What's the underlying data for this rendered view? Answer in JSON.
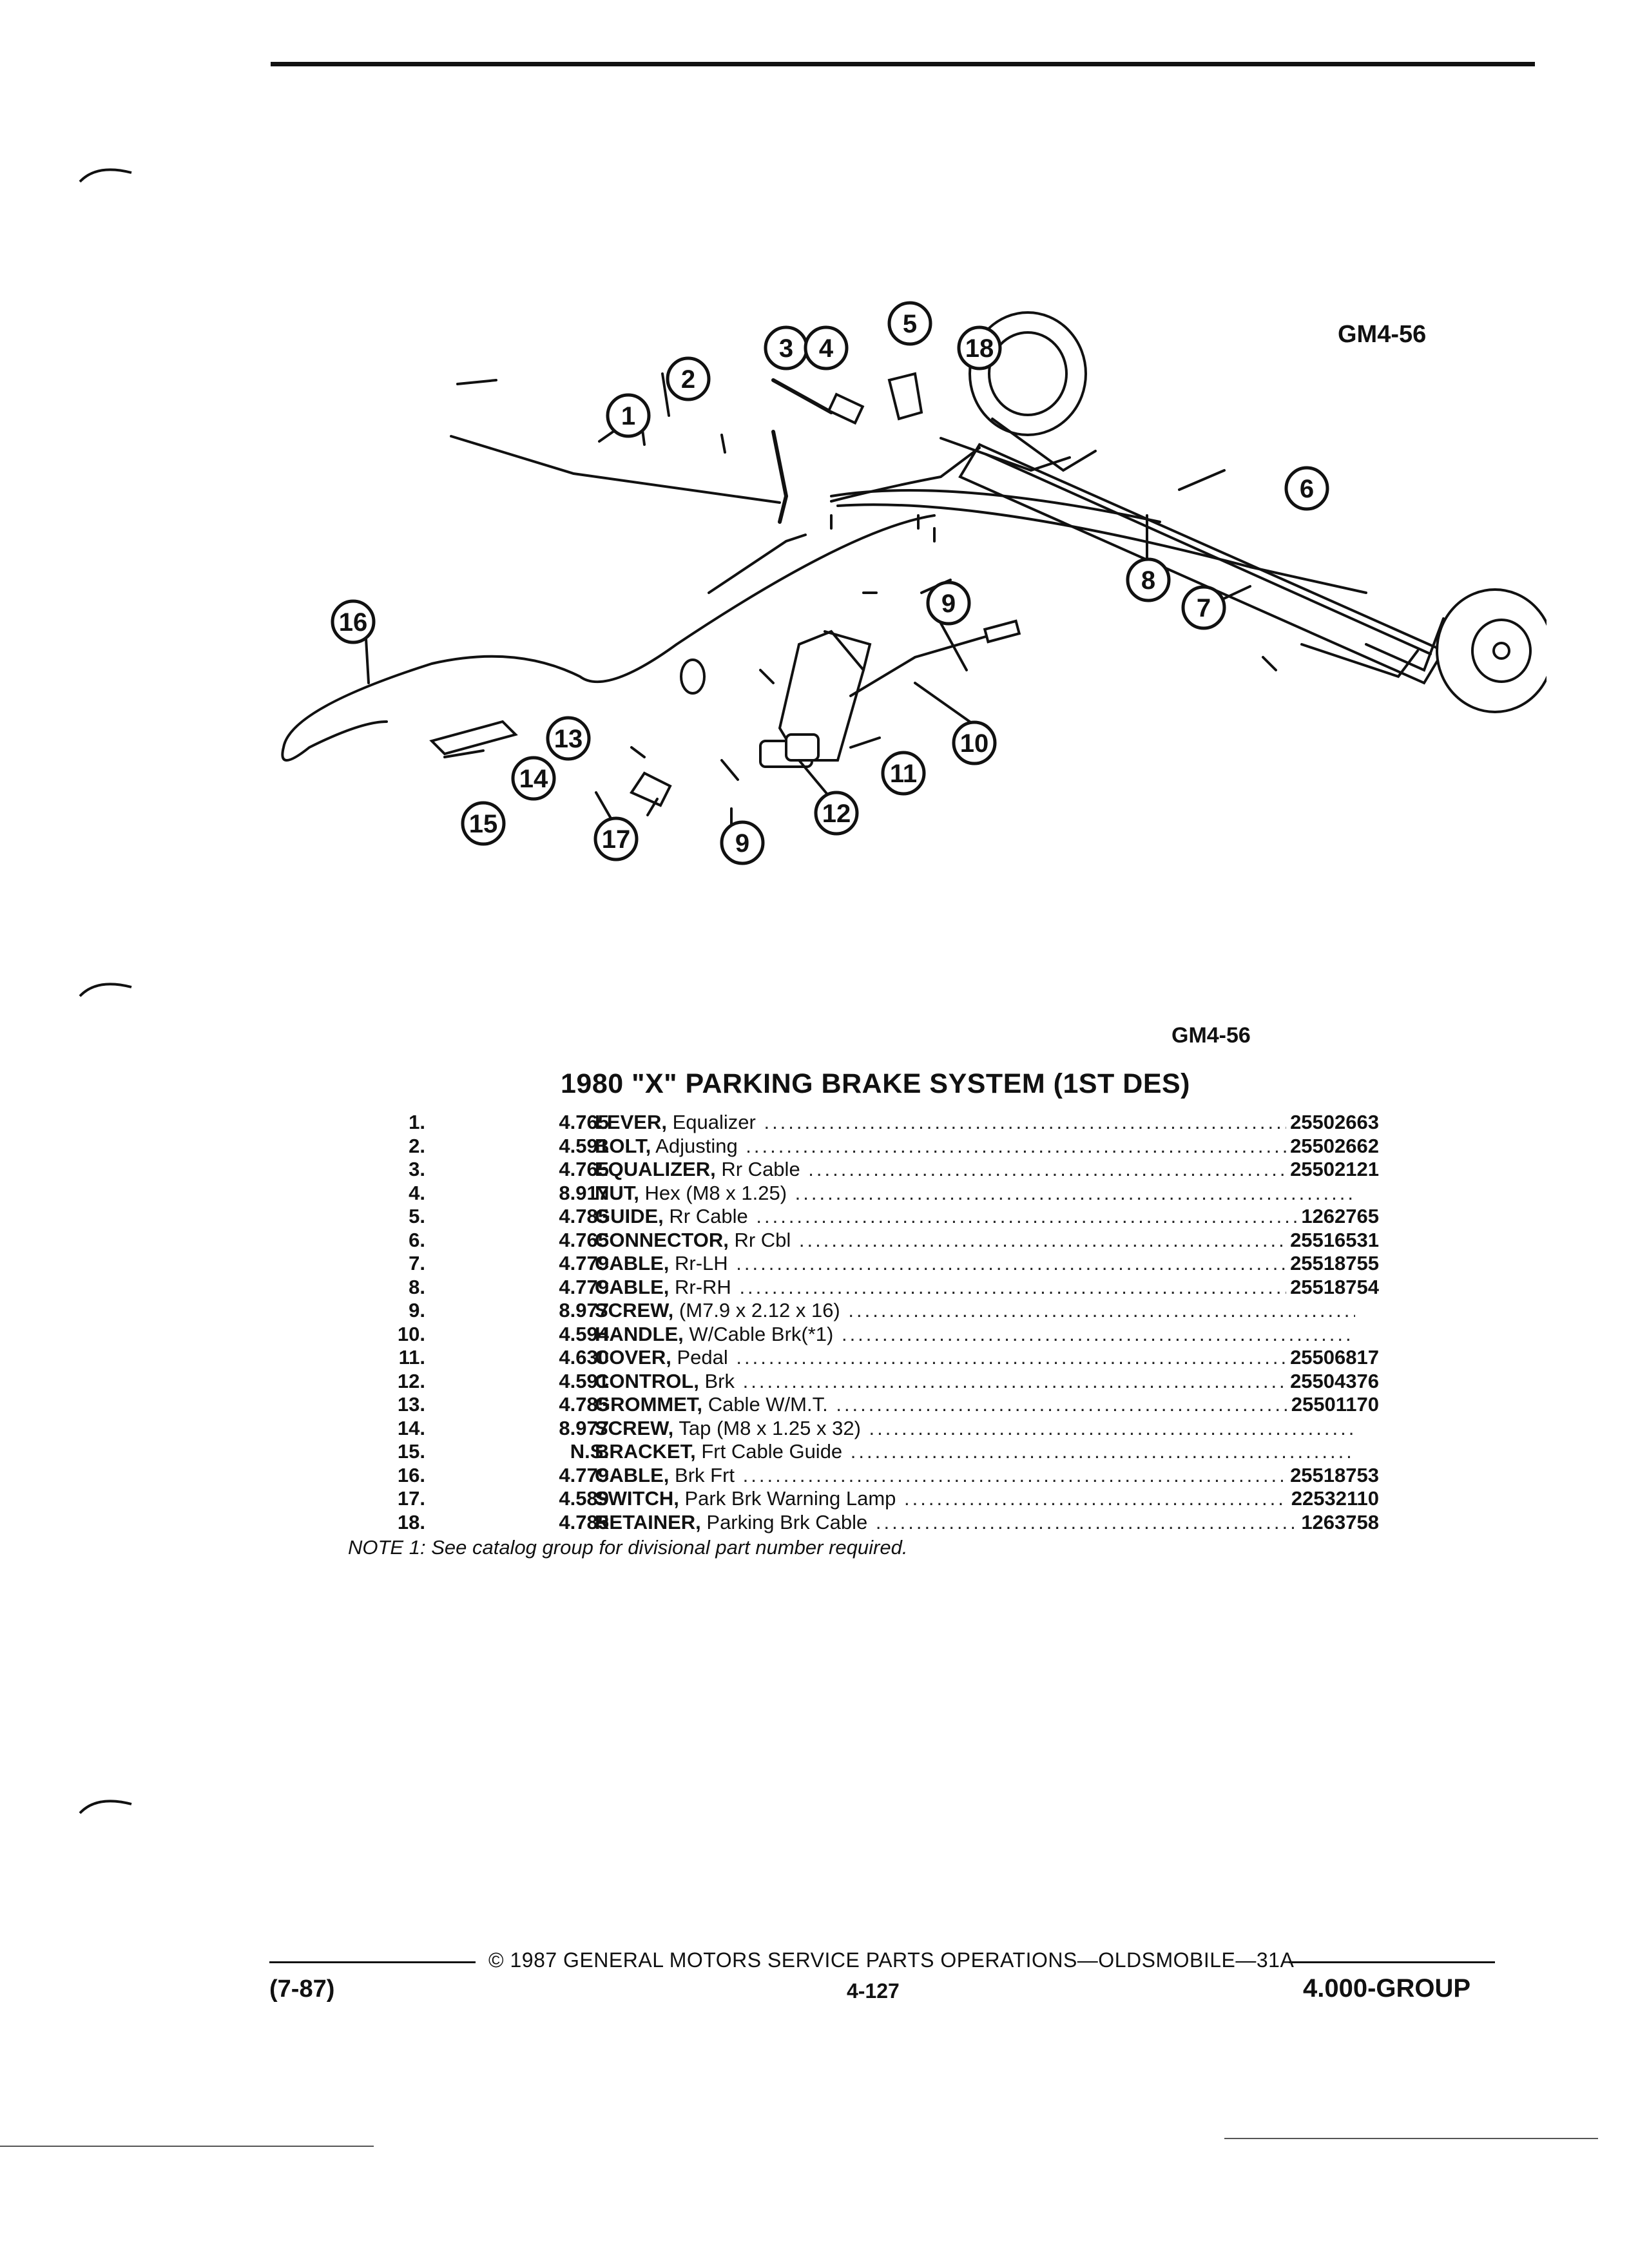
{
  "header": {
    "figure_code": "GM4-56"
  },
  "diagram": {
    "callouts": [
      "1",
      "2",
      "3",
      "4",
      "5",
      "18",
      "6",
      "8",
      "7",
      "9",
      "10",
      "11",
      "12",
      "16",
      "13",
      "14",
      "15",
      "17",
      "9"
    ]
  },
  "caption": {
    "figure_code": "GM4-56"
  },
  "title": "1980 \"X\" PARKING BRAKE SYSTEM (1ST DES)",
  "parts": [
    {
      "num": "1.",
      "group": "4.765",
      "name": "LEVER,",
      "detail": "Equalizer",
      "part_no": "25502663"
    },
    {
      "num": "2.",
      "group": "4.591",
      "name": "BOLT,",
      "detail": "Adjusting",
      "part_no": "25502662"
    },
    {
      "num": "3.",
      "group": "4.765",
      "name": "EQUALIZER,",
      "detail": "Rr Cable",
      "part_no": "25502121"
    },
    {
      "num": "4.",
      "group": "8.917",
      "name": "NUT,",
      "detail": "Hex (M8 x 1.25)",
      "part_no": ""
    },
    {
      "num": "5.",
      "group": "4.785",
      "name": "GUIDE,",
      "detail": "Rr Cable",
      "part_no": "1262765"
    },
    {
      "num": "6.",
      "group": "4.765",
      "name": "CONNECTOR,",
      "detail": "Rr Cbl",
      "part_no": "25516531"
    },
    {
      "num": "7.",
      "group": "4.779",
      "name": "CABLE,",
      "detail": "Rr-LH",
      "part_no": "25518755"
    },
    {
      "num": "8.",
      "group": "4.779",
      "name": "CABLE,",
      "detail": "Rr-RH",
      "part_no": "25518754"
    },
    {
      "num": "9.",
      "group": "8.977",
      "name": "SCREW,",
      "detail": "(M7.9 x 2.12 x 16)",
      "part_no": ""
    },
    {
      "num": "10.",
      "group": "4.594",
      "name": "HANDLE,",
      "detail": "W/Cable Brk(*1)",
      "part_no": ""
    },
    {
      "num": "11.",
      "group": "4.630",
      "name": "COVER,",
      "detail": "Pedal",
      "part_no": "25506817"
    },
    {
      "num": "12.",
      "group": "4.591",
      "name": "CONTROL,",
      "detail": "Brk",
      "part_no": "25504376"
    },
    {
      "num": "13.",
      "group": "4.785",
      "name": "GROMMET,",
      "detail": "Cable W/M.T.",
      "part_no": "25501170"
    },
    {
      "num": "14.",
      "group": "8.977",
      "name": "SCREW,",
      "detail": "Tap (M8 x 1.25 x 32)",
      "part_no": ""
    },
    {
      "num": "15.",
      "group": "N.S.",
      "name": "BRACKET,",
      "detail": "Frt Cable Guide",
      "part_no": ""
    },
    {
      "num": "16.",
      "group": "4.779",
      "name": "CABLE,",
      "detail": "Brk Frt",
      "part_no": "25518753"
    },
    {
      "num": "17.",
      "group": "4.589",
      "name": "SWITCH,",
      "detail": "Park Brk Warning Lamp",
      "part_no": "22532110"
    },
    {
      "num": "18.",
      "group": "4.785",
      "name": "RETAINER,",
      "detail": "Parking Brk Cable",
      "part_no": "1263758"
    }
  ],
  "note": "NOTE 1: See catalog group for divisional part number required.",
  "footer": {
    "copyright": "© 1987 GENERAL MOTORS SERVICE PARTS OPERATIONS—OLDSMOBILE—31A",
    "date": "(7-87)",
    "page": "4-127",
    "group": "4.000-GROUP"
  }
}
